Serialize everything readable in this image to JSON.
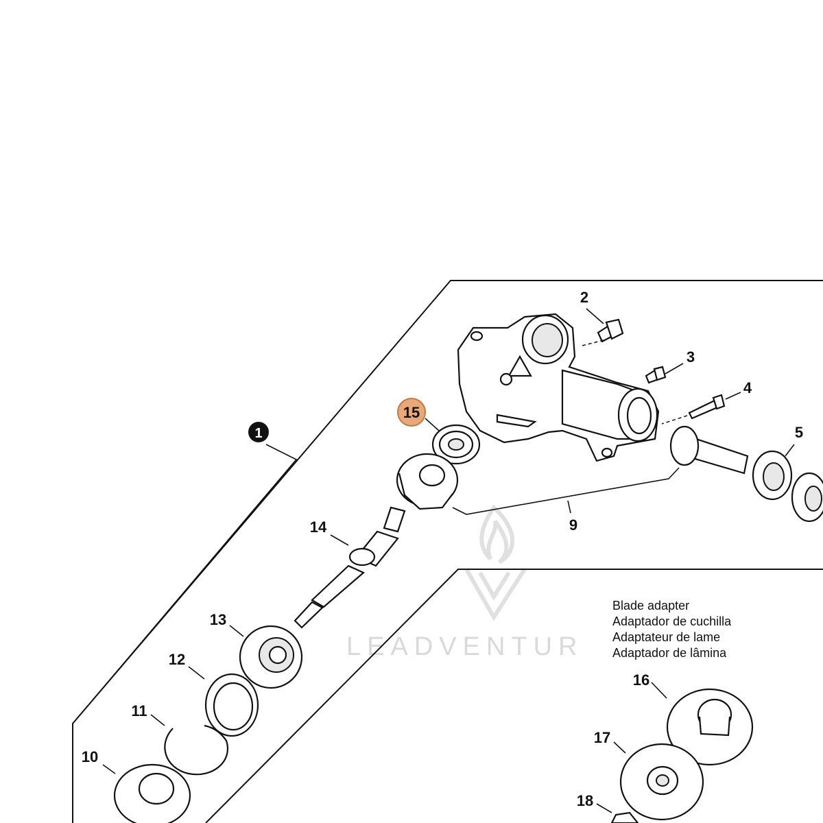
{
  "callouts": {
    "main": "1",
    "n2": "2",
    "n3": "3",
    "n4": "4",
    "n5": "5",
    "n9": "9",
    "n10": "10",
    "n11": "11",
    "n12": "12",
    "n13": "13",
    "n14": "14",
    "n15": "15",
    "n16": "16",
    "n17": "17",
    "n18": "18"
  },
  "caption": {
    "line1": "Blade adapter",
    "line2": "Adaptador de cuchilla",
    "line3": "Adaptateur de lame",
    "line4": "Adaptador de lâmina"
  },
  "watermark": {
    "text": "LEADVENTUR"
  },
  "colors": {
    "highlight": "#e8a878",
    "highlight_stroke": "#c27a45",
    "ink": "#111111"
  }
}
